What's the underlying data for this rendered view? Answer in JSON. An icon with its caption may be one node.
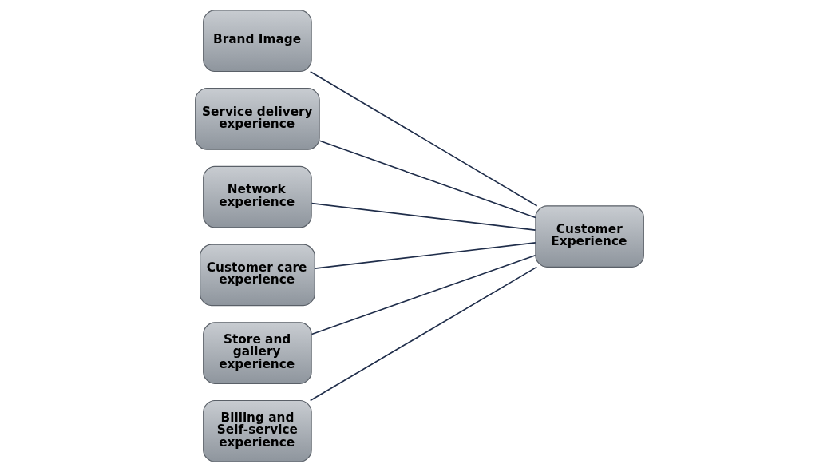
{
  "diagram": {
    "nodes": [
      {
        "text": [
          "Brand Image"
        ]
      },
      {
        "text": [
          "Service delivery experience"
        ]
      },
      {
        "text": [
          "Network experience"
        ]
      },
      {
        "text": [
          "Customer care experience"
        ]
      },
      {
        "text": [
          "Store and gallery experience"
        ]
      },
      {
        "text": [
          "Billing and Self-service experience"
        ]
      },
      {
        "text": [
          "Customer Experience"
        ]
      }
    ],
    "edges": [
      {
        "from": 0,
        "to": 6,
        "arrow": "none"
      },
      {
        "from": 1,
        "to": 6,
        "arrow": "none"
      },
      {
        "from": 2,
        "to": 6,
        "arrow": "none"
      },
      {
        "from": 3,
        "to": 6,
        "arrow": "none"
      },
      {
        "from": 4,
        "to": 6,
        "arrow": "none"
      },
      {
        "from": 5,
        "to": 6,
        "arrow": "none"
      }
    ]
  }
}
